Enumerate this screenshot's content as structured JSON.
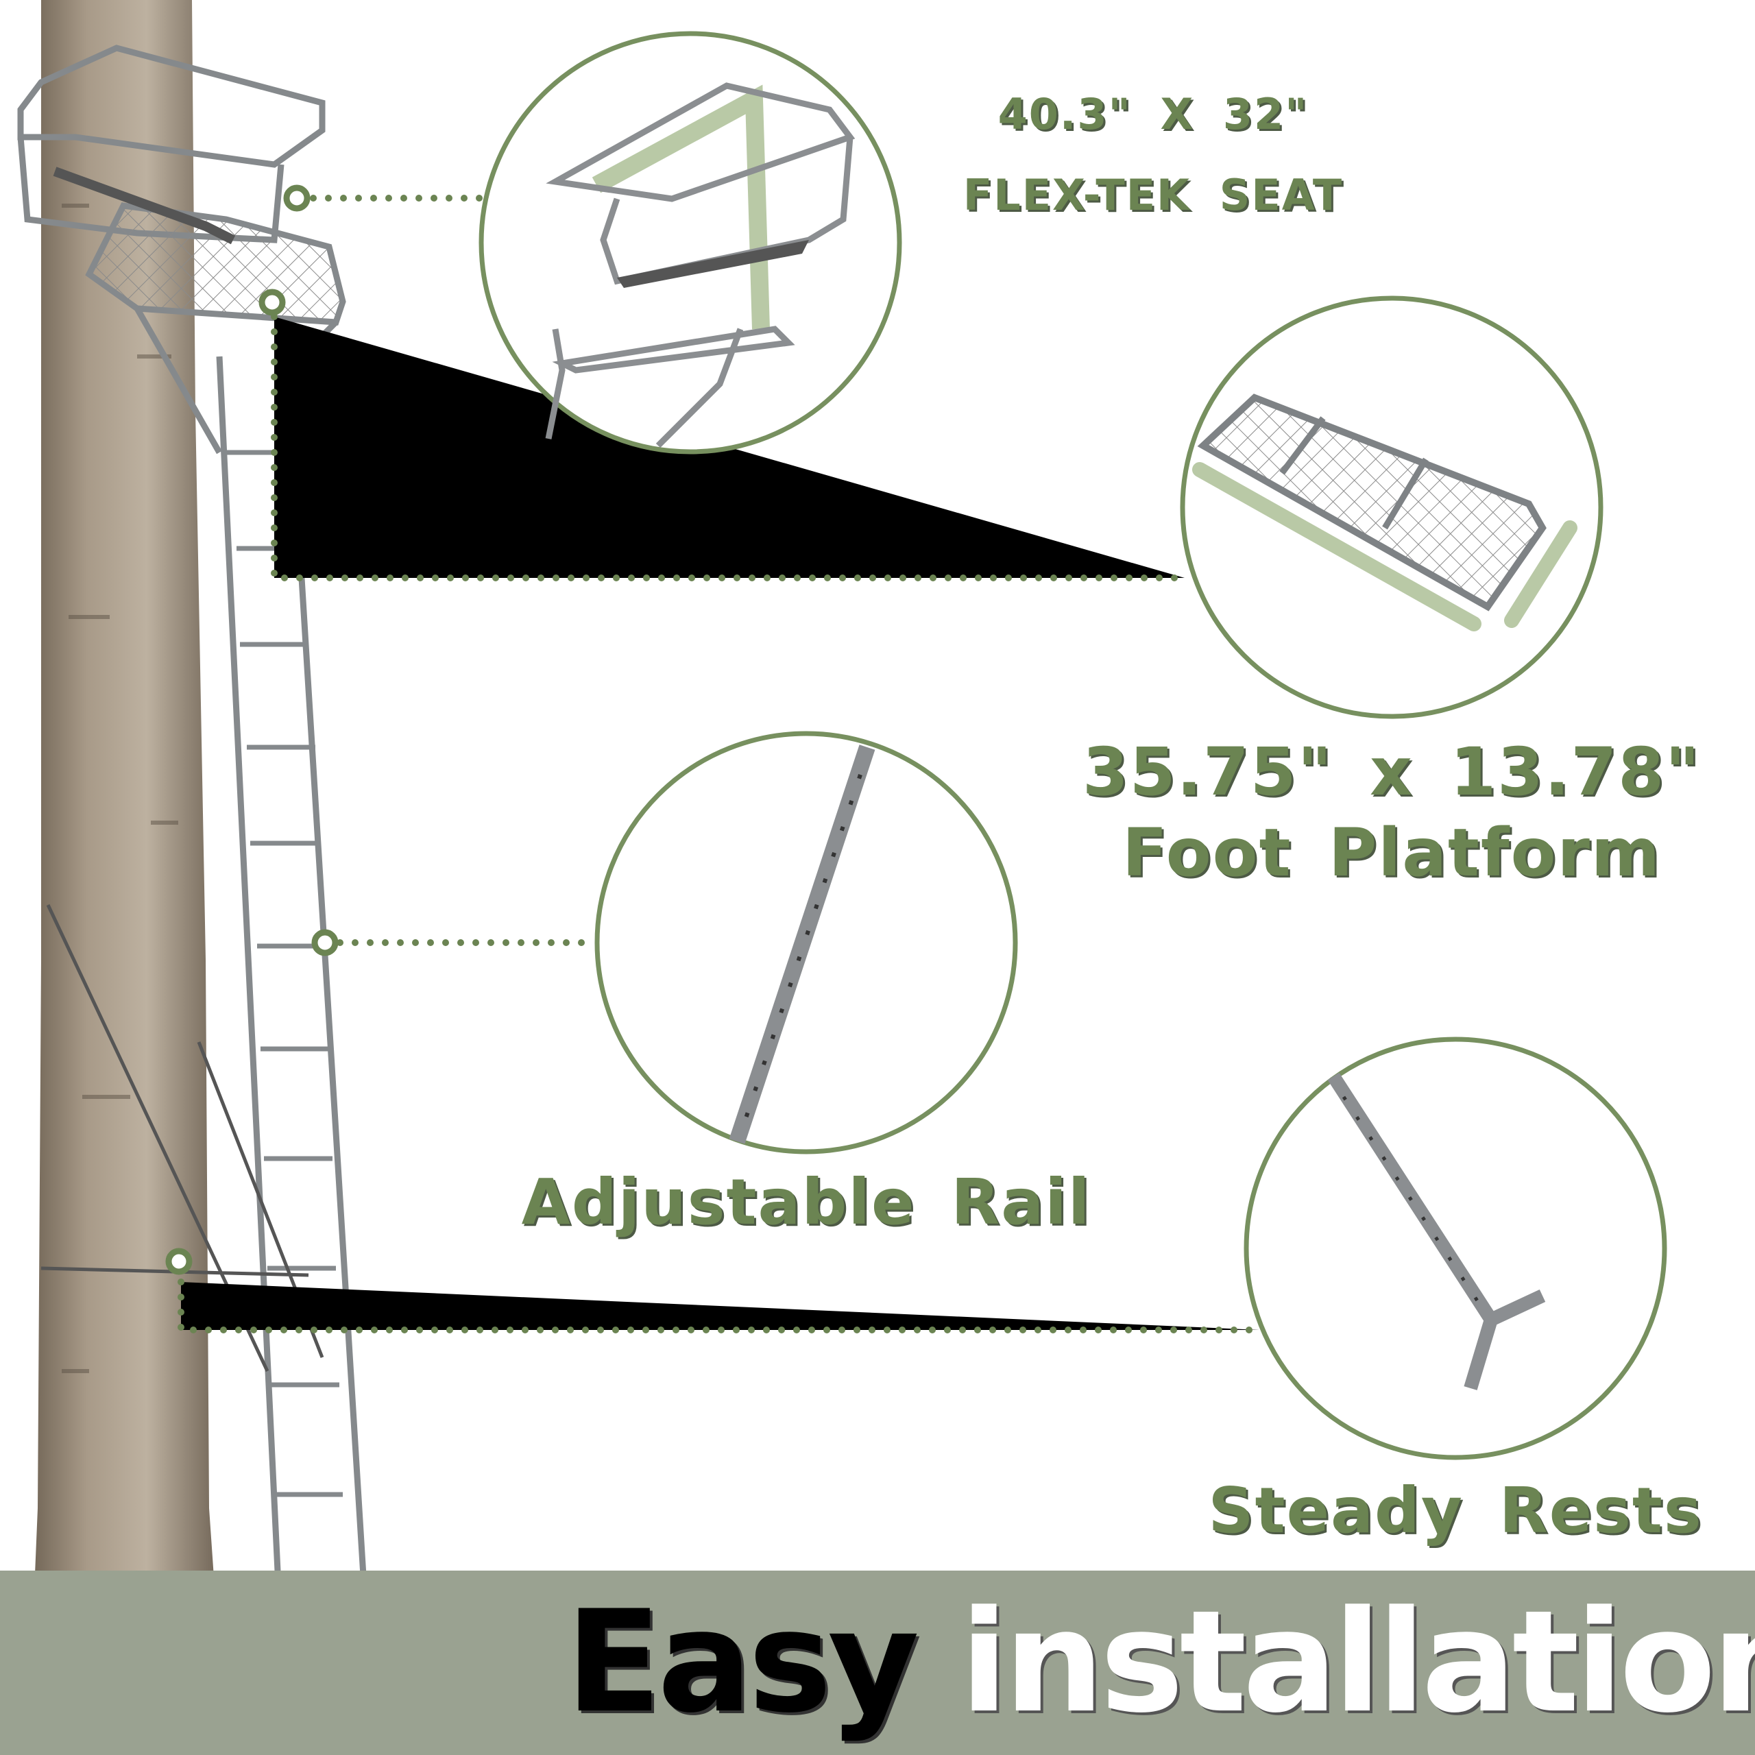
{
  "colors": {
    "accent_green": "#6b8452",
    "circle_stroke": "#77905f",
    "band": "#9aa291",
    "highlight": "#b9c9a6"
  },
  "callouts": {
    "seat": {
      "dimensions": "40.3\" X 32\"",
      "name": "FLEX-TEK SEAT"
    },
    "platform": {
      "dimensions": "35.75\" x 13.78\"",
      "name": "Foot Platform"
    },
    "rail": {
      "name": "Adjustable Rail"
    },
    "rests": {
      "name": "Steady Rests"
    }
  },
  "banner": {
    "word1": "Easy",
    "word2": "installation"
  }
}
